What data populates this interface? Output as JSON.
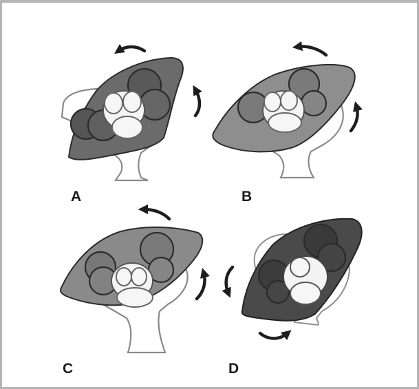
{
  "panels": [
    {
      "label": "A",
      "shade": "#6b6b6b"
    },
    {
      "label": "B",
      "shade": "#8e8e8e"
    },
    {
      "label": "C",
      "shade": "#8a8a8a"
    },
    {
      "label": "D",
      "shade": "#4a4a4a"
    }
  ],
  "colors": {
    "border": "#b5b5b5",
    "outline": "#8a8a8a",
    "arrow": "#1e1e1e"
  }
}
